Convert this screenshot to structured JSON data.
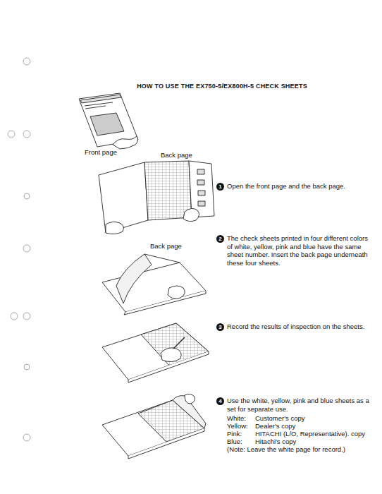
{
  "diagram": {
    "title": "HOW TO USE THE EX750-5/EX800H-5 CHECK SHEETS",
    "labels": [
      "Front page",
      "Back page",
      "Back page",
      "1",
      "Open the front page and the back page.",
      "2",
      "The check sheets printed in four different colors of white, yellow, pink and blue have the same sheet number. Insert the back page underneath these four sheets.",
      "3",
      "Record the results of inspection on the sheets.",
      "4",
      "Use the white, yellow, pink and blue sheets as a set for separate use.",
      "White:",
      "Customer's copy",
      "Yellow:",
      "Dealer's copy",
      "Pink:",
      "HITACHI (L/O, Representative). copy",
      "Blue:",
      "Hitachi's copy",
      "(Note: Leave the white page for record.)"
    ]
  }
}
